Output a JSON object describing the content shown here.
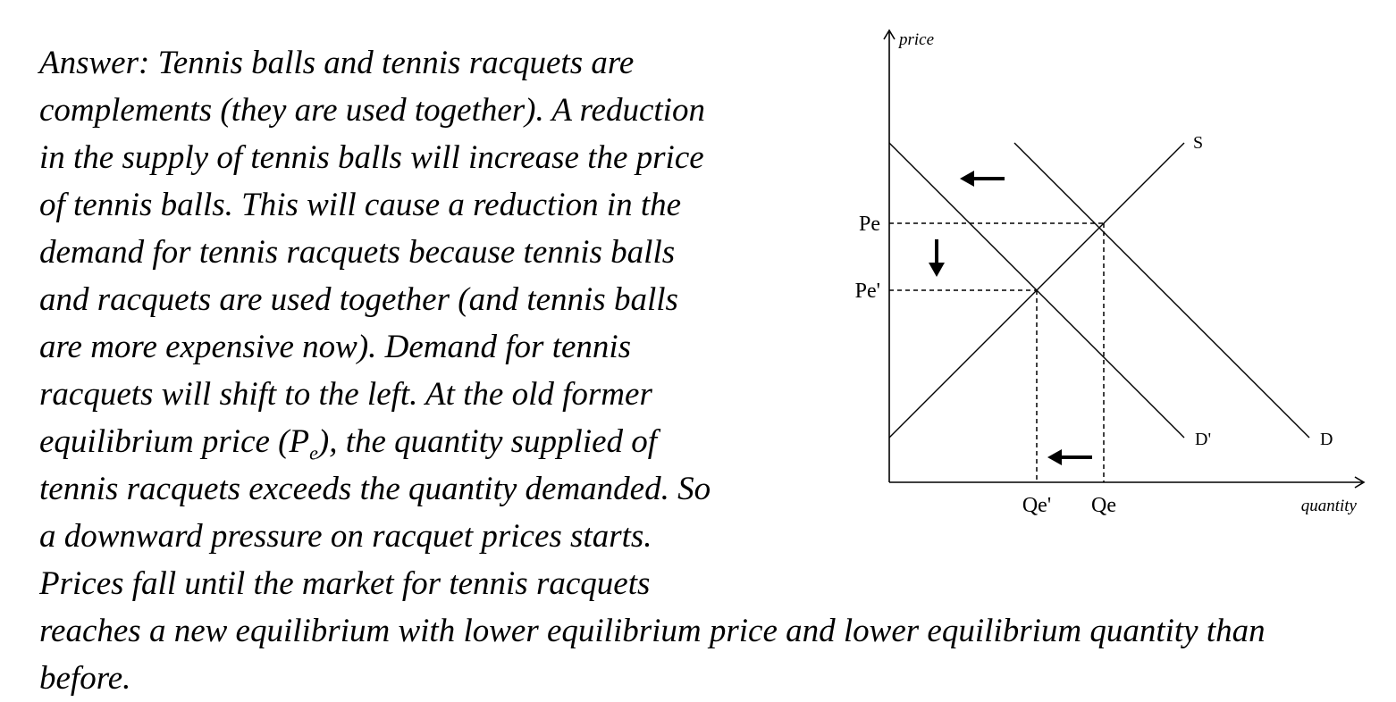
{
  "answer": {
    "lines": [
      "Answer: Tennis balls and tennis racquets are",
      "complements (they are used together). A reduction",
      "in the supply of tennis balls will increase the price",
      "of tennis balls. This will cause a reduction in the",
      "demand for tennis racquets because tennis balls",
      "and racquets are used together (and tennis balls",
      "are more expensive now). Demand for tennis",
      "racquets will shift to the left. At the old former"
    ],
    "line9_pre": "equilibrium price (P",
    "line9_sub": "e",
    "line9_post": "), the quantity supplied of",
    "lines_tail": [
      "tennis racquets exceeds the quantity demanded. So",
      "a downward pressure on racquet prices starts.",
      "Prices fall until the market for tennis racquets",
      "reaches a new equilibrium with lower equilibrium price and lower equilibrium quantity than",
      "before."
    ]
  },
  "chart_data": {
    "type": "line",
    "xlabel": "quantity",
    "ylabel": "price",
    "series": [
      {
        "name": "S",
        "points": [
          [
            0,
            5
          ],
          [
            33,
            38
          ]
        ]
      },
      {
        "name": "D",
        "points": [
          [
            14,
            38
          ],
          [
            47,
            5
          ]
        ]
      },
      {
        "name": "D'",
        "points": [
          [
            0,
            38
          ],
          [
            33,
            5
          ]
        ]
      }
    ],
    "equilibria": [
      {
        "price_label": "Pe",
        "quantity_label": "Qe",
        "point": [
          24,
          29
        ]
      },
      {
        "price_label": "Pe'",
        "quantity_label": "Qe'",
        "point": [
          16.5,
          21.5
        ]
      }
    ],
    "annotations": [
      {
        "type": "arrow",
        "direction": "left",
        "meaning": "demand shifts left"
      },
      {
        "type": "arrow",
        "direction": "down",
        "meaning": "price falls"
      },
      {
        "type": "arrow",
        "direction": "left",
        "meaning": "quantity falls"
      }
    ]
  }
}
